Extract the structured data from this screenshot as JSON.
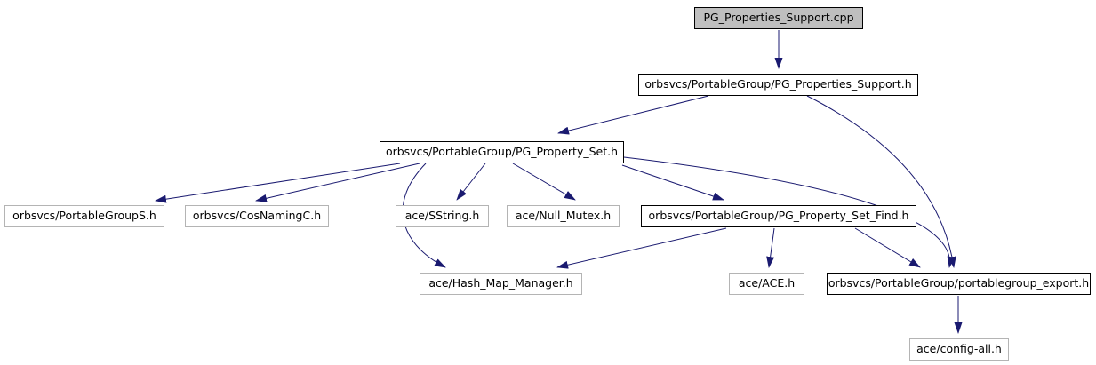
{
  "diagram": {
    "kind": "include-dependency-graph",
    "colors": {
      "background": "#ffffff",
      "edge": "#1a1a70",
      "text": "#000000",
      "source_node_fill": "#bfbfbf",
      "linked_node_border": "#000000",
      "plain_node_border": "#b4b4b4"
    },
    "nodes": [
      {
        "id": "cpp",
        "label": "PG_Properties_Support.cpp",
        "type": "source"
      },
      {
        "id": "psup_h",
        "label": "orbsvcs/PortableGroup/PG_Properties_Support.h",
        "type": "linked"
      },
      {
        "id": "pset_h",
        "label": "orbsvcs/PortableGroup/PG_Property_Set.h",
        "type": "linked"
      },
      {
        "id": "pgs_h",
        "label": "orbsvcs/PortableGroupS.h",
        "type": "plain"
      },
      {
        "id": "cosnaming",
        "label": "orbsvcs/CosNamingC.h",
        "type": "plain"
      },
      {
        "id": "sstring",
        "label": "ace/SString.h",
        "type": "plain"
      },
      {
        "id": "nullmutex",
        "label": "ace/Null_Mutex.h",
        "type": "plain"
      },
      {
        "id": "find_h",
        "label": "orbsvcs/PortableGroup/PG_Property_Set_Find.h",
        "type": "linked"
      },
      {
        "id": "hashmap",
        "label": "ace/Hash_Map_Manager.h",
        "type": "plain"
      },
      {
        "id": "ace",
        "label": "ace/ACE.h",
        "type": "plain"
      },
      {
        "id": "export_h",
        "label": "orbsvcs/PortableGroup/portablegroup_export.h",
        "type": "linked"
      },
      {
        "id": "configall",
        "label": "ace/config-all.h",
        "type": "plain"
      }
    ],
    "edges": [
      {
        "from": "cpp",
        "to": "psup_h"
      },
      {
        "from": "psup_h",
        "to": "pset_h"
      },
      {
        "from": "psup_h",
        "to": "export_h"
      },
      {
        "from": "pset_h",
        "to": "pgs_h"
      },
      {
        "from": "pset_h",
        "to": "cosnaming"
      },
      {
        "from": "pset_h",
        "to": "sstring"
      },
      {
        "from": "pset_h",
        "to": "nullmutex"
      },
      {
        "from": "pset_h",
        "to": "find_h"
      },
      {
        "from": "pset_h",
        "to": "hashmap"
      },
      {
        "from": "pset_h",
        "to": "export_h"
      },
      {
        "from": "find_h",
        "to": "hashmap"
      },
      {
        "from": "find_h",
        "to": "ace"
      },
      {
        "from": "find_h",
        "to": "export_h"
      },
      {
        "from": "export_h",
        "to": "configall"
      }
    ]
  }
}
